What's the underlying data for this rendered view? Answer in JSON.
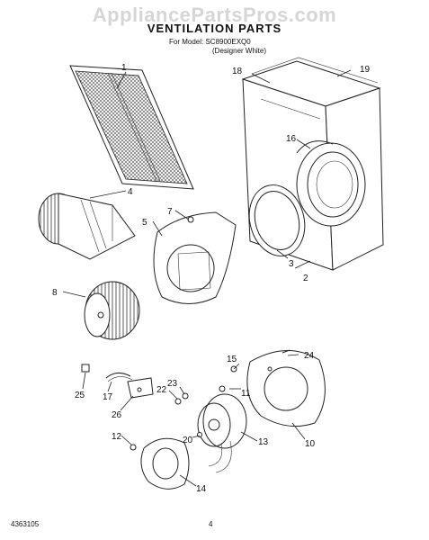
{
  "watermark": "AppliancePartsPros.com",
  "header": {
    "title": "VENTILATION PARTS",
    "model_label": "For Model:",
    "model_number": "SC8900EXQ0",
    "model_variant": "(Designer White)"
  },
  "callouts": {
    "c1": "1",
    "c2": "2",
    "c3": "3",
    "c4": "4",
    "c5": "5",
    "c7": "7",
    "c8": "8",
    "c10": "10",
    "c11": "11",
    "c12": "12",
    "c13": "13",
    "c14": "14",
    "c15": "15",
    "c16": "16",
    "c17": "17",
    "c18": "18",
    "c19": "19",
    "c20": "20",
    "c22": "22",
    "c23": "23",
    "c24": "24",
    "c25": "25",
    "c26": "26"
  },
  "footer": {
    "doc_number": "4363105",
    "page_number": "4"
  }
}
